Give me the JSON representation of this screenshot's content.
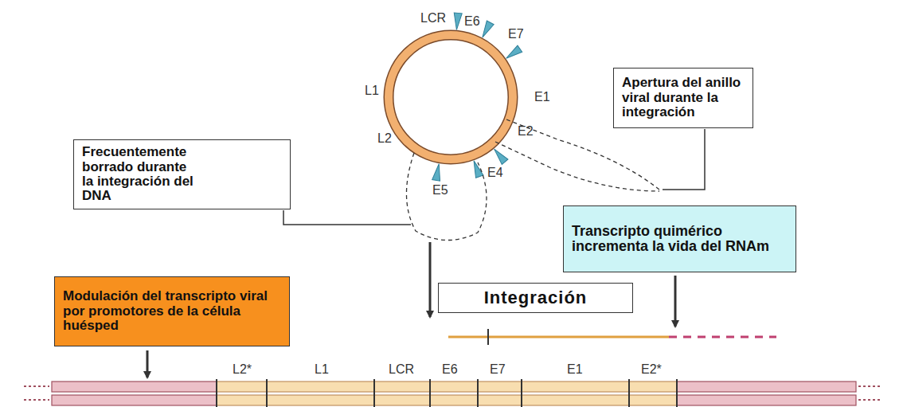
{
  "diagram": {
    "nodes": [
      {
        "text": [
          "Apertura del anillo viral durante la integración"
        ]
      },
      {
        "text": [
          "Frecuentemente borrado durante la integración del DNA"
        ]
      },
      {
        "text": [
          "Transcripto quimérico incrementa la vida del RNAm"
        ]
      },
      {
        "text": [
          "Modulación del transcripto viral por promotores de la célula huésped"
        ]
      },
      {
        "text": [
          "Integración"
        ]
      }
    ],
    "labels": [
      "LCR",
      "E6",
      "E7",
      "E1",
      "E2",
      "E4",
      "E5",
      "L2",
      "L1",
      "L2*",
      "L1",
      "LCR",
      "E6",
      "E7",
      "E1",
      "E2*"
    ]
  }
}
